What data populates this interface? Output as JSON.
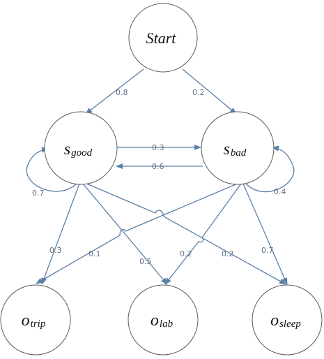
{
  "colors": {
    "edge": "#5b7fa6",
    "edge_label": "#5d6f85",
    "node_stroke": "#5a5a5a"
  },
  "nodes": {
    "start": {
      "label": "Start"
    },
    "s_good": {
      "main": "s",
      "sub": "good"
    },
    "s_bad": {
      "main": "s",
      "sub": "bad"
    },
    "o_trip": {
      "main": "o",
      "sub": "trip"
    },
    "o_lab": {
      "main": "o",
      "sub": "lab"
    },
    "o_sleep": {
      "main": "o",
      "sub": "sleep"
    }
  },
  "edges": {
    "start_to_good": "0.8",
    "start_to_bad": "0.2",
    "good_to_bad": "0.3",
    "bad_to_good": "0.6",
    "good_self": "0.7",
    "bad_self": "0.4",
    "good_to_trip": "0.3",
    "good_to_lab": "0.5",
    "good_to_sleep": "0.2",
    "bad_to_trip": "0.1",
    "bad_to_lab": "0.2",
    "bad_to_sleep": "0.7"
  }
}
